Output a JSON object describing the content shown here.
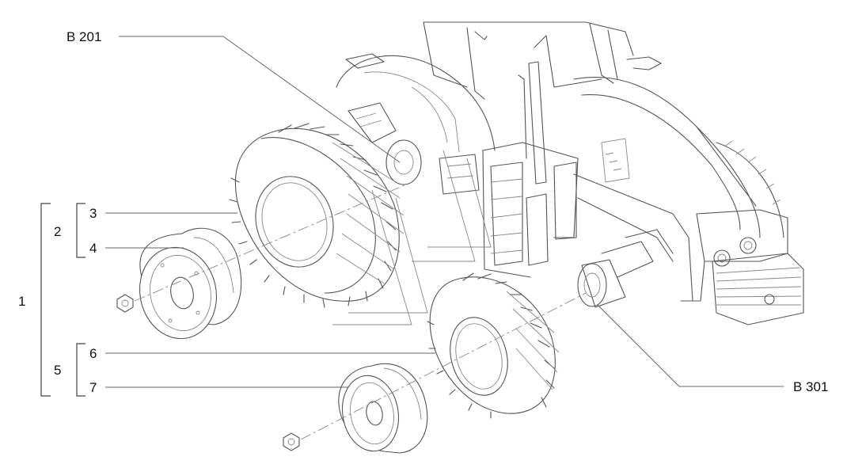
{
  "callouts": {
    "b201": "B 201",
    "b301": "B 301",
    "item1": "1",
    "item2": "2",
    "item3": "3",
    "item4": "4",
    "item5": "5",
    "item6": "6",
    "item7": "7"
  },
  "colors": {
    "line": "#555555",
    "background": "#ffffff"
  },
  "parts": [
    "tractor-body",
    "rear-tyre",
    "rear-rim",
    "rear-wheel-nut",
    "front-tyre",
    "front-rim",
    "front-wheel-nut",
    "front-axle-hub",
    "ballast-weight"
  ]
}
